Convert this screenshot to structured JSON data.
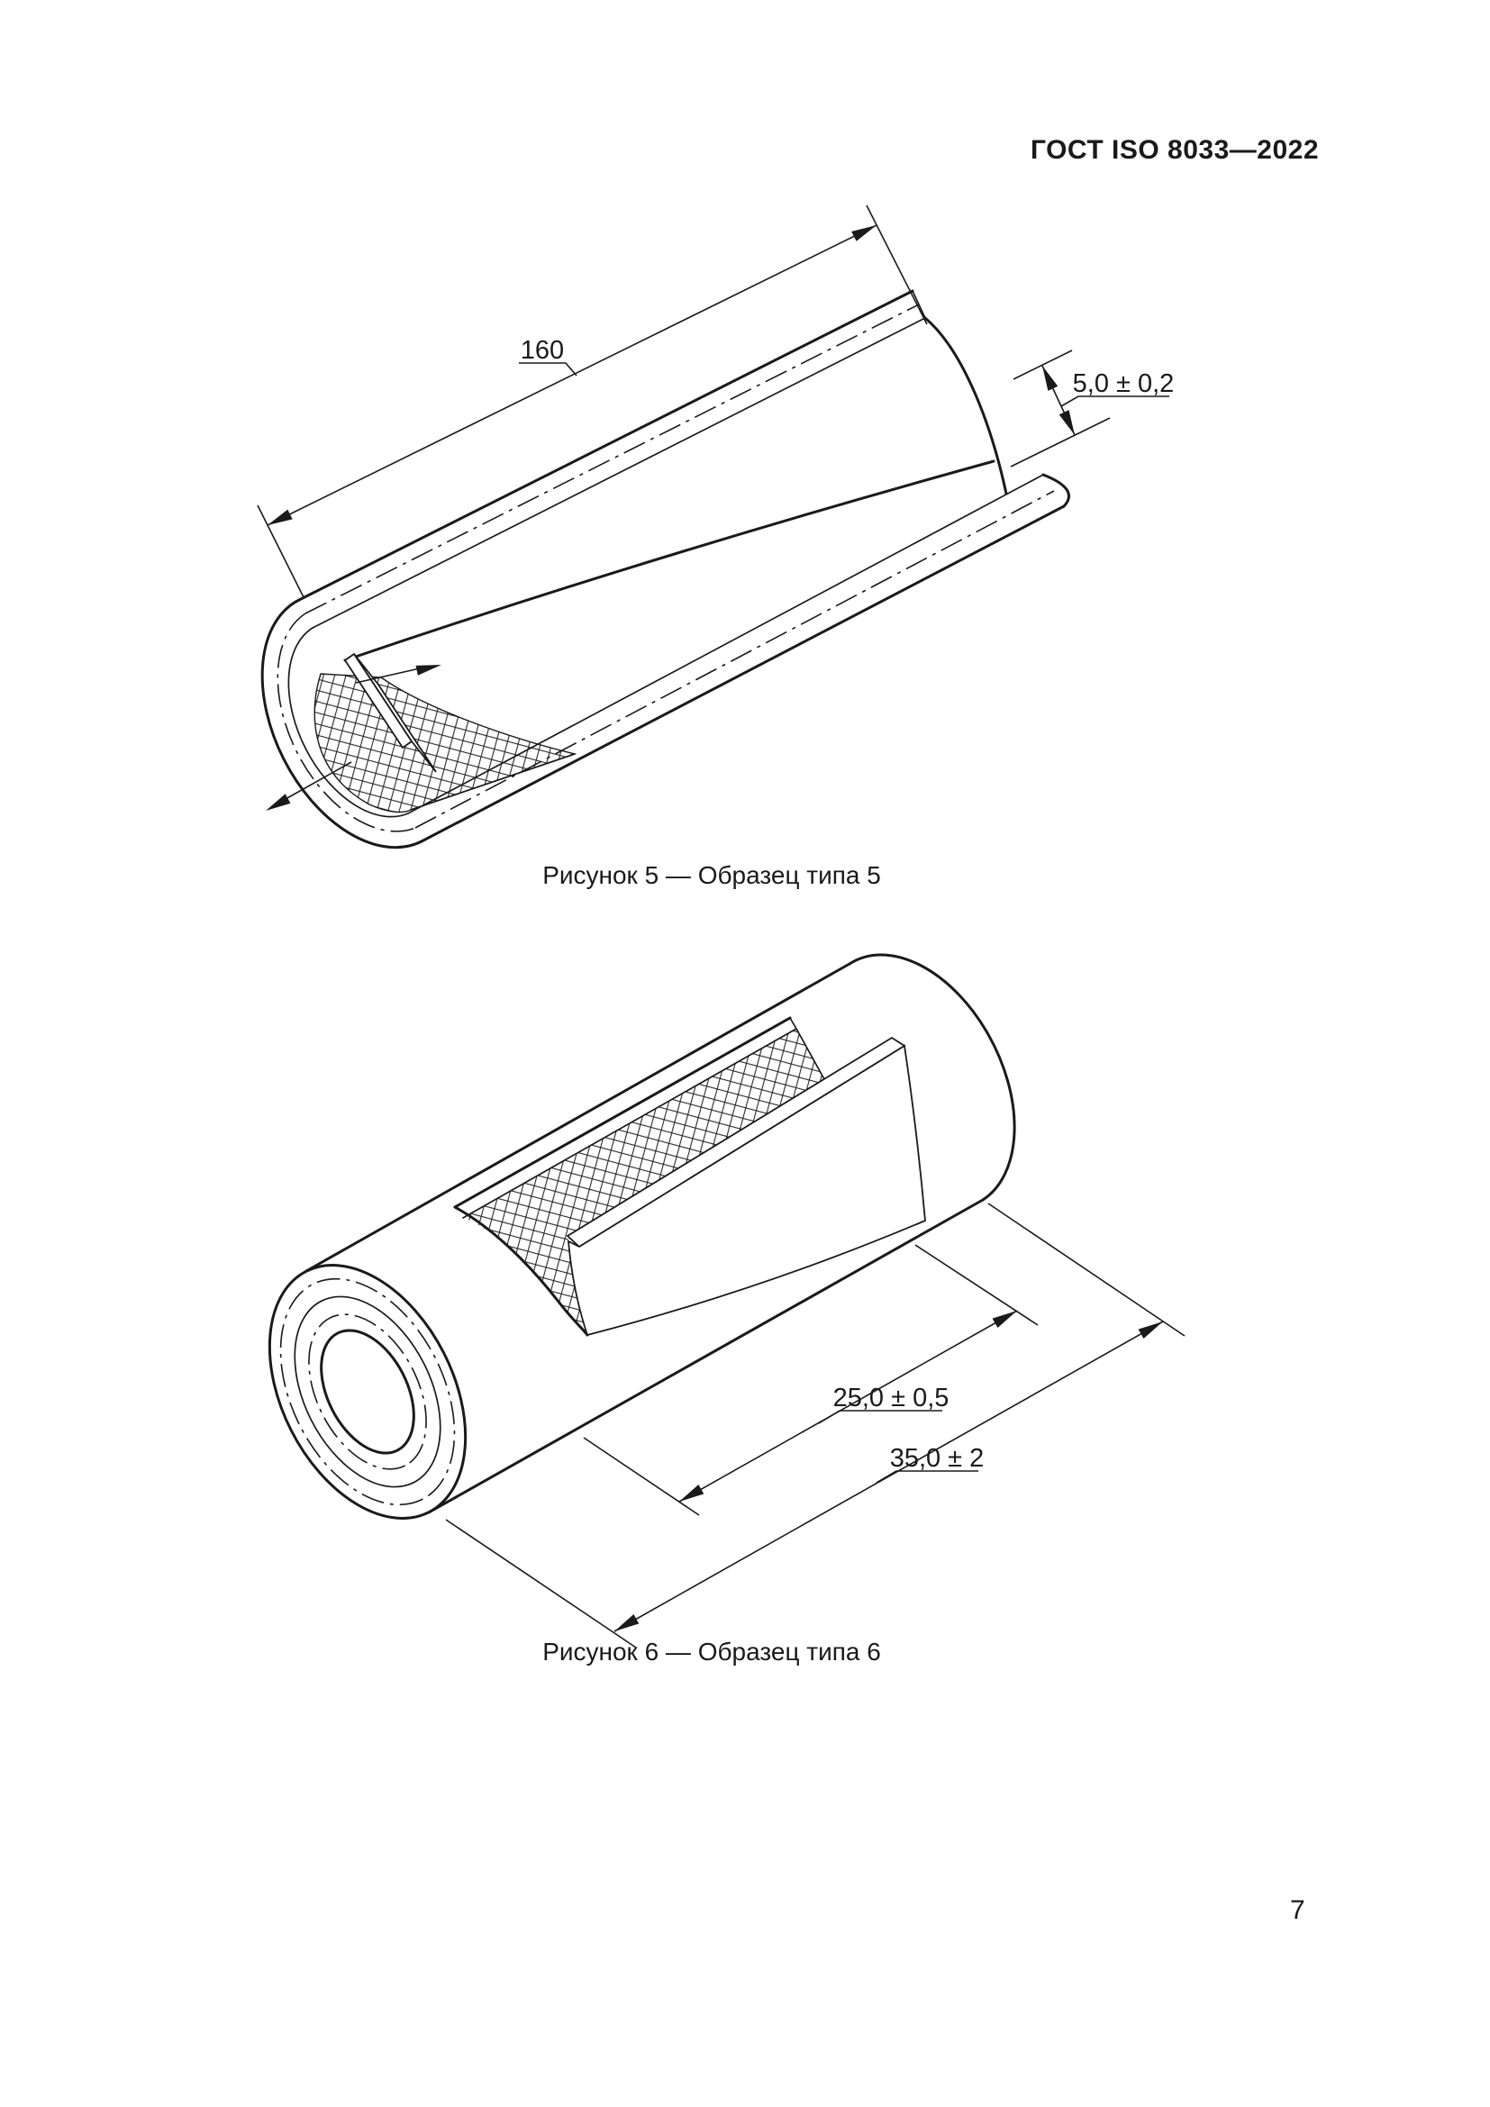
{
  "page": {
    "header": "ГОСТ ISO 8033—2022",
    "page_number": "7"
  },
  "figure5": {
    "caption": "Рисунок 5 — Образец типа 5",
    "dimensions": {
      "length": "160",
      "strip_width": "5,0 ± 0,2"
    }
  },
  "figure6": {
    "caption": "Рисунок 6 — Образец типа 6",
    "dimensions": {
      "cut_length": "25,0 ± 0,5",
      "specimen_length": "35,0 ± 2"
    }
  },
  "colors": {
    "ink": "#1a1a1a",
    "paper": "#ffffff"
  }
}
